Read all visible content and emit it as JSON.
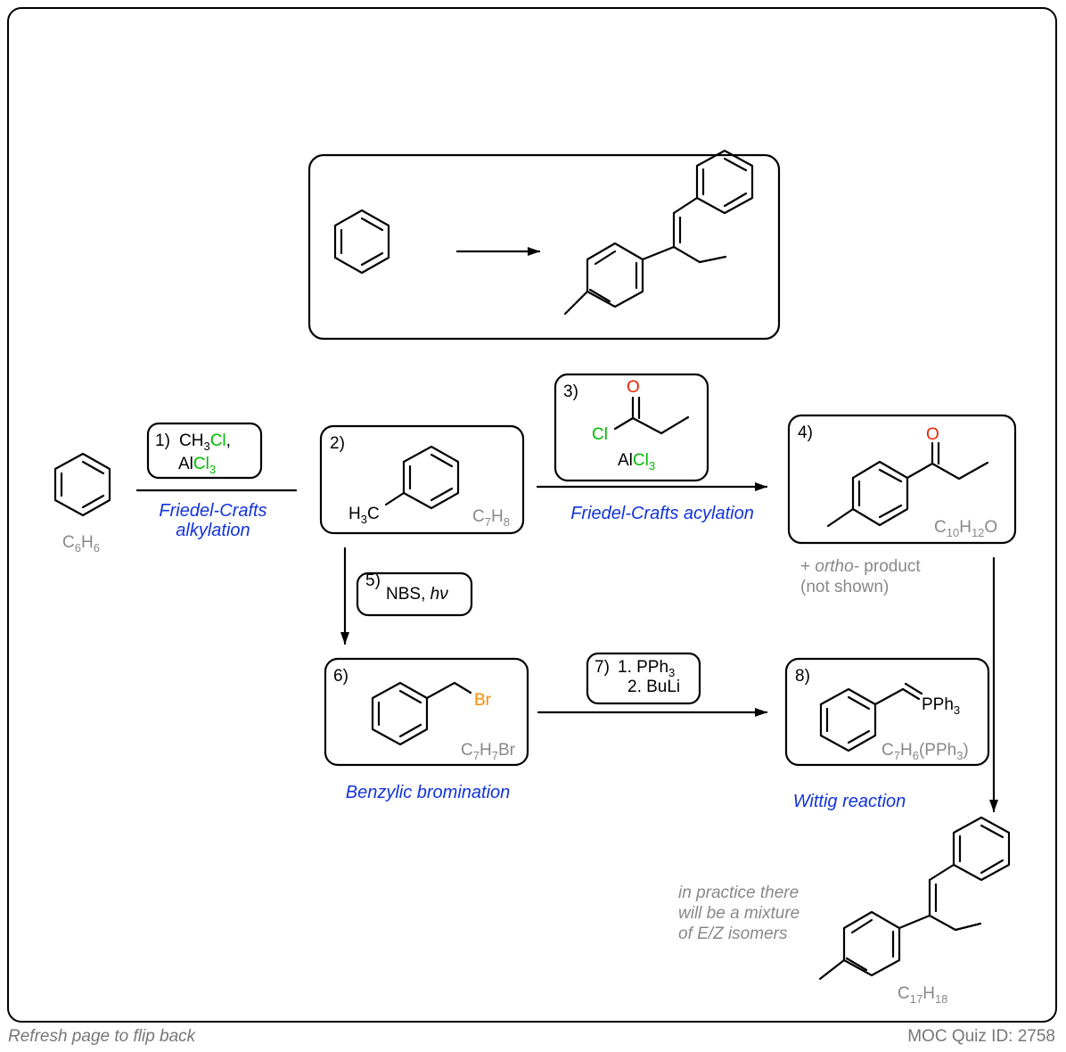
{
  "footer": {
    "left": "Refresh page to flip back",
    "right": "MOC Quiz ID: 2758"
  },
  "formulas": {
    "benzene": "C6H6",
    "toluene": "C7H8",
    "ketone": "C10H12O",
    "benzyl_bromide": "C7H7Br",
    "ylide": "C7H6(PPh3)",
    "product": "C17H18"
  },
  "steps": {
    "s1_num": "1)",
    "s1_reagent1": "CH3Cl,",
    "s1_reagent2": "AlCl3",
    "s1_name_1": "Friedel-Crafts",
    "s1_name_2": "alkylation",
    "s2_num": "2)",
    "s2_label": "H3C",
    "s3_num": "3)",
    "s3_cl": "Cl",
    "s3_o": "O",
    "s3_reagent": "AlCl3",
    "s3_name": "Friedel-Crafts acylation",
    "s4_num": "4)",
    "s4_o": "O",
    "s4_note_1": "+ ortho- product",
    "s4_note_2": "(not shown)",
    "s5_num": "5)",
    "s5_reagent": "NBS, hν",
    "s6_num": "6)",
    "s6_br": "Br",
    "s6_name": "Benzylic bromination",
    "s7_num": "7)",
    "s7_reagent1": "1. PPh3",
    "s7_reagent2": "2. BuLi",
    "s8_num": "8)",
    "s8_label": "PPh3",
    "s8_name": "Wittig reaction",
    "final_note_1": "in practice there",
    "final_note_2": "will be a mixture",
    "final_note_3": "of E/Z isomers"
  },
  "colors": {
    "reaction_name": "#1133dd",
    "chlorine": "#00bb00",
    "oxygen": "#ee2200",
    "bromine": "#ff8800",
    "formula_grey": "#888888"
  }
}
